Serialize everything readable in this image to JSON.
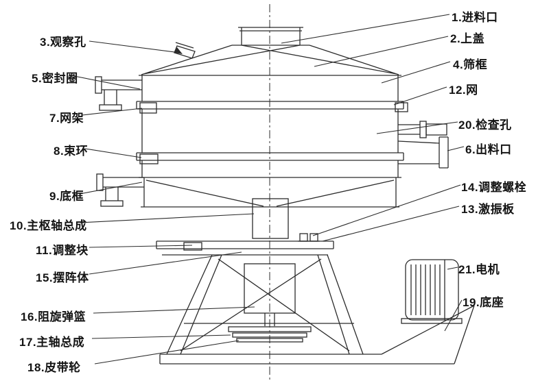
{
  "diagram": {
    "labels": [
      "1.进料口",
      "2.上盖",
      "3.观察孔",
      "4.筛框",
      "5.密封圈",
      "6.出料口",
      "7.网架",
      "8.束环",
      "9.底框",
      "10.主枢轴总成",
      "11.调整块",
      "12.网",
      "13.激振板",
      "14.调整螺栓",
      "15.摆阵体",
      "16.阻旋弹篮",
      "17.主轴总成",
      "18.皮带轮",
      "19.底座",
      "20.检查孔",
      "21.电机"
    ],
    "line_color": "#2b2b2b"
  }
}
